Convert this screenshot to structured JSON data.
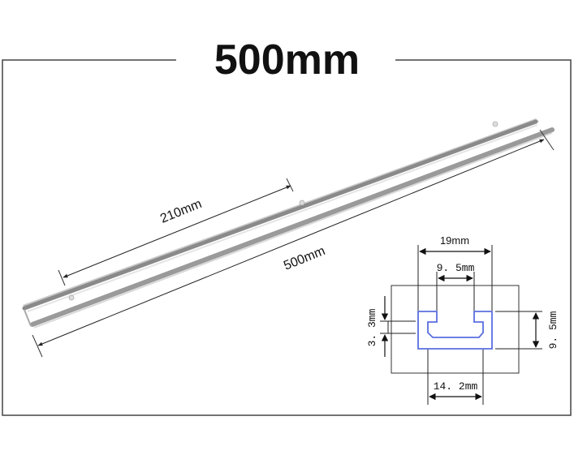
{
  "title": "500mm",
  "rail": {
    "length_label": "500mm",
    "hole_spacing_label": "210mm"
  },
  "cross_section": {
    "outer_width": "19mm",
    "slot_opening": "9.5mm",
    "slot_opening_display": "9. 5mm",
    "bottom_width": "14.2mm",
    "bottom_width_display": "14. 2mm",
    "height": "9.5mm",
    "height_display": "9. 5mm",
    "lip_thickness": "3.3mm",
    "lip_thickness_display": "3. 3mm",
    "profile_color": "#5a6ee0"
  }
}
